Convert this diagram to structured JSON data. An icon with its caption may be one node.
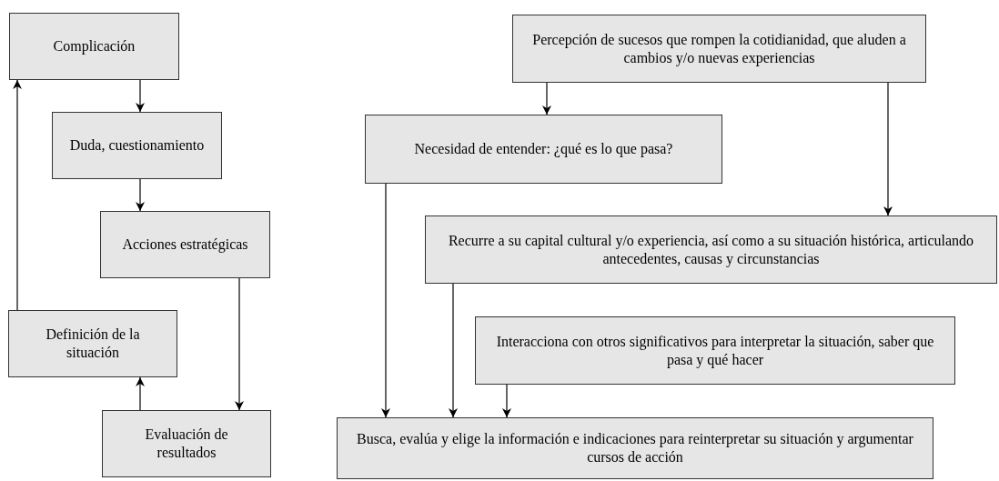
{
  "diagram": {
    "nodes": [
      {
        "text": [
          "Complicación"
        ]
      },
      {
        "text": [
          "Duda, cuestionamiento"
        ]
      },
      {
        "text": [
          "Acciones estratégicas"
        ]
      },
      {
        "text": [
          "Definición de la situación"
        ]
      },
      {
        "text": [
          "Evaluación de resultados"
        ]
      },
      {
        "text": [
          "Percepción de sucesos que rompen la cotidianidad, que aluden a cambios y/o nuevas experiencias"
        ]
      },
      {
        "text": [
          "Necesidad de entender: ¿qué es lo que pasa?"
        ]
      },
      {
        "text": [
          "Recurre a su capital cultural y/o experiencia, así como a su situación histórica, articulando antecedentes, causas y circunstancias"
        ]
      },
      {
        "text": [
          "Interacciona con otros significativos para interpretar la situación, saber que pasa y qué hacer"
        ]
      },
      {
        "text": [
          "Busca, evalúa y elige la información e indicaciones para reinterpretar su situación y argumentar cursos de acción"
        ]
      }
    ],
    "edges": [
      {
        "from": 0,
        "to": 1,
        "arrow": "to"
      },
      {
        "from": 1,
        "to": 2,
        "arrow": "to"
      },
      {
        "from": 2,
        "to": 4,
        "arrow": "to"
      },
      {
        "from": 4,
        "to": 3,
        "arrow": "to"
      },
      {
        "from": 3,
        "to": 0,
        "arrow": "to"
      },
      {
        "from": 5,
        "to": 6,
        "arrow": "to"
      },
      {
        "from": 5,
        "to": 7,
        "arrow": "to"
      },
      {
        "from": 6,
        "to": 9,
        "arrow": "to"
      },
      {
        "from": 7,
        "to": 9,
        "arrow": "to"
      },
      {
        "from": 8,
        "to": 9,
        "arrow": "to"
      }
    ]
  }
}
